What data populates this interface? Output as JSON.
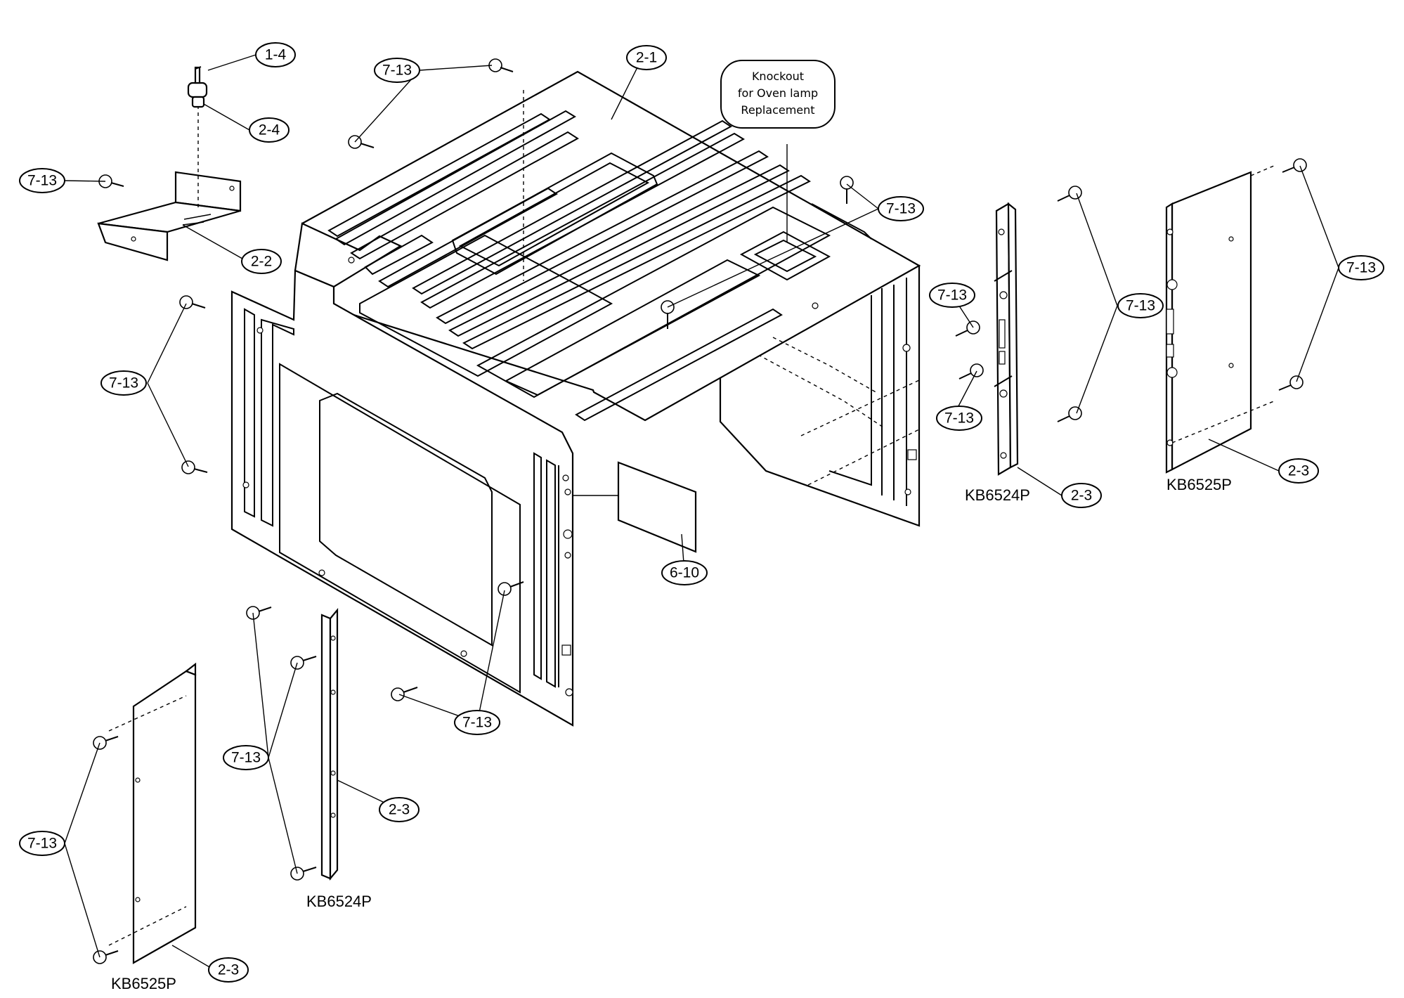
{
  "callouts": {
    "c_1_4": "1-4",
    "c_2_1": "2-1",
    "c_2_2": "2-2",
    "c_2_3": "2-3",
    "c_2_4": "2-4",
    "c_6_10": "6-10",
    "c_7_13": "7-13"
  },
  "models": {
    "kb6524p": "KB6524P",
    "kb6525p": "KB6525P"
  },
  "note": {
    "line1": "Knockout",
    "line2": "for Oven lamp",
    "line3": "Replacement"
  }
}
